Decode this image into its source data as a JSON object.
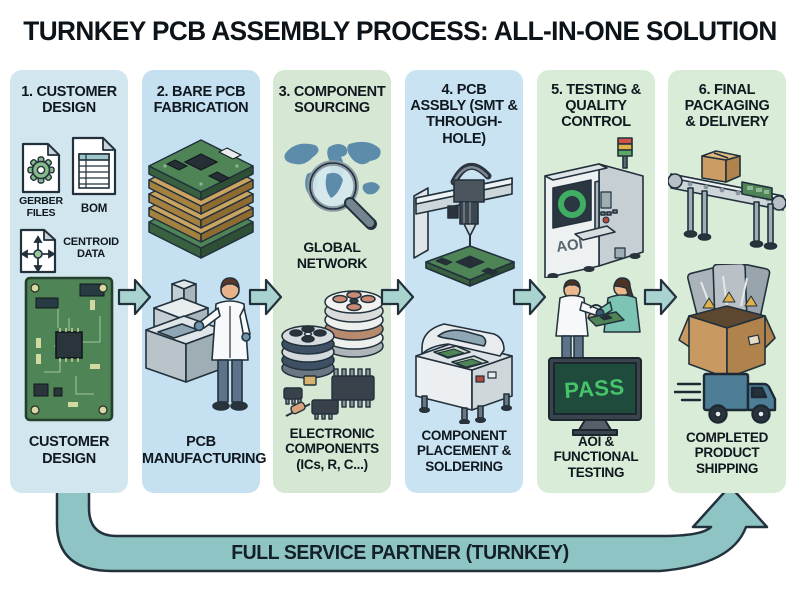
{
  "title": "TURNKEY PCB ASSEMBLY PROCESS: ALL-IN-ONE SOLUTION",
  "banner": {
    "label": "FULL SERVICE PARTNER (TURNKEY)"
  },
  "columns": [
    {
      "header": "1. CUSTOMER\nDESIGN",
      "footer": "CUSTOMER\nDESIGN",
      "bg": "#d2e6ef",
      "labels": {
        "gerber": "GERBER\nFILES",
        "bom": "BOM",
        "centroid": "CENTROID\nDATA"
      }
    },
    {
      "header": "2. BARE PCB\nFABRICATION",
      "footer": "PCB\nMANUFACTURING",
      "bg": "#c5e0f0"
    },
    {
      "header": "3. COMPONENT\nSOURCING",
      "mid_label": "GLOBAL\nNETWORK",
      "footer": "ELECTRONIC\nCOMPONENTS\n(ICs, R, C...)",
      "bg": "#d6e8d3"
    },
    {
      "header": "4. PCB\nASSBLY (SMT &\nTHROUGH-HOLE)",
      "footer": "COMPONENT\nPLACEMENT &\nSOLDERING",
      "bg": "#c9e3f2"
    },
    {
      "header": "5. TESTING &\nQUALITY\nCONTROL",
      "machine_label": "AOI",
      "screen_label": "PASS",
      "footer": "AOI &\nFUNCTIONAL\nTESTING",
      "bg": "#d9ecd8"
    },
    {
      "header": "6. FINAL\nPACKAGING\n& DELIVERY",
      "footer": "COMPLETED\nPRODUCT\nSHIPPING",
      "bg": "#d9ecd8"
    }
  ],
  "colors": {
    "banner_fill": "#8ec4c3",
    "step_arrow_fill": "#a9d3cf",
    "outline_ink": "#22313c",
    "pcb_green": "#4f8457",
    "pass_green": "#46c46a",
    "pass_screen": "#1e4b3b",
    "aoi_ring_green": "#3fae62",
    "tower_red": "#cf5346",
    "tower_yellow": "#e0b24a",
    "tower_green": "#5aa864",
    "truck_blue": "#4e7d96",
    "box_tan": "#c89a62"
  }
}
